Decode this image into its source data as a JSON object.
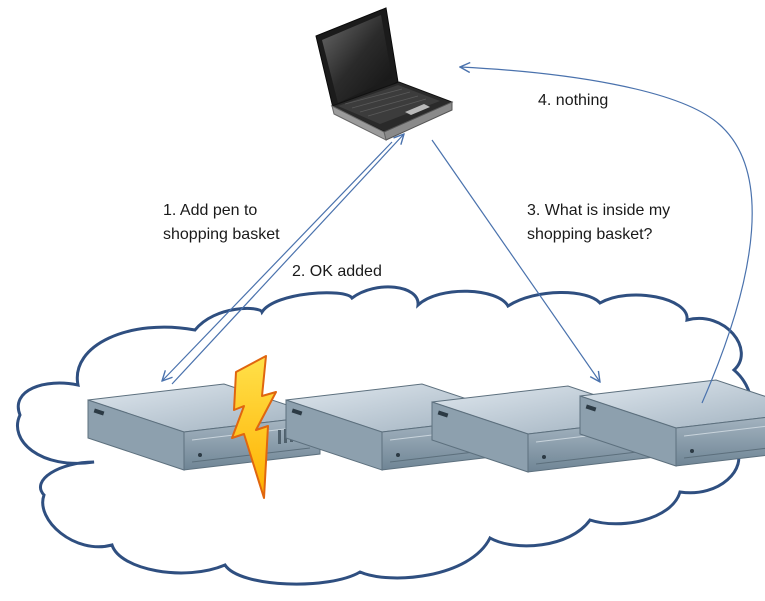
{
  "steps": [
    {
      "number": "1.",
      "lines": [
        "1. Add pen to",
        "shopping basket"
      ]
    },
    {
      "number": "2.",
      "lines": [
        "2. OK added"
      ]
    },
    {
      "number": "3.",
      "lines": [
        "3. What is inside my",
        "shopping basket?"
      ]
    },
    {
      "number": "4.",
      "lines": [
        "4. nothing"
      ]
    }
  ],
  "icons": {
    "client": "laptop-icon",
    "network": "cloud-icon",
    "servers": [
      "server-1-icon",
      "server-2-icon",
      "server-3-icon",
      "server-4-icon"
    ],
    "failure": "lightning-bolt-icon"
  },
  "colors": {
    "arrow": "#4a72ad",
    "cloud_stroke": "#2f4f80",
    "bolt_fill": "#ffc21a",
    "bolt_stroke": "#e0660f",
    "server_top": "#c3ced7",
    "server_front": "#8fa2b0"
  }
}
